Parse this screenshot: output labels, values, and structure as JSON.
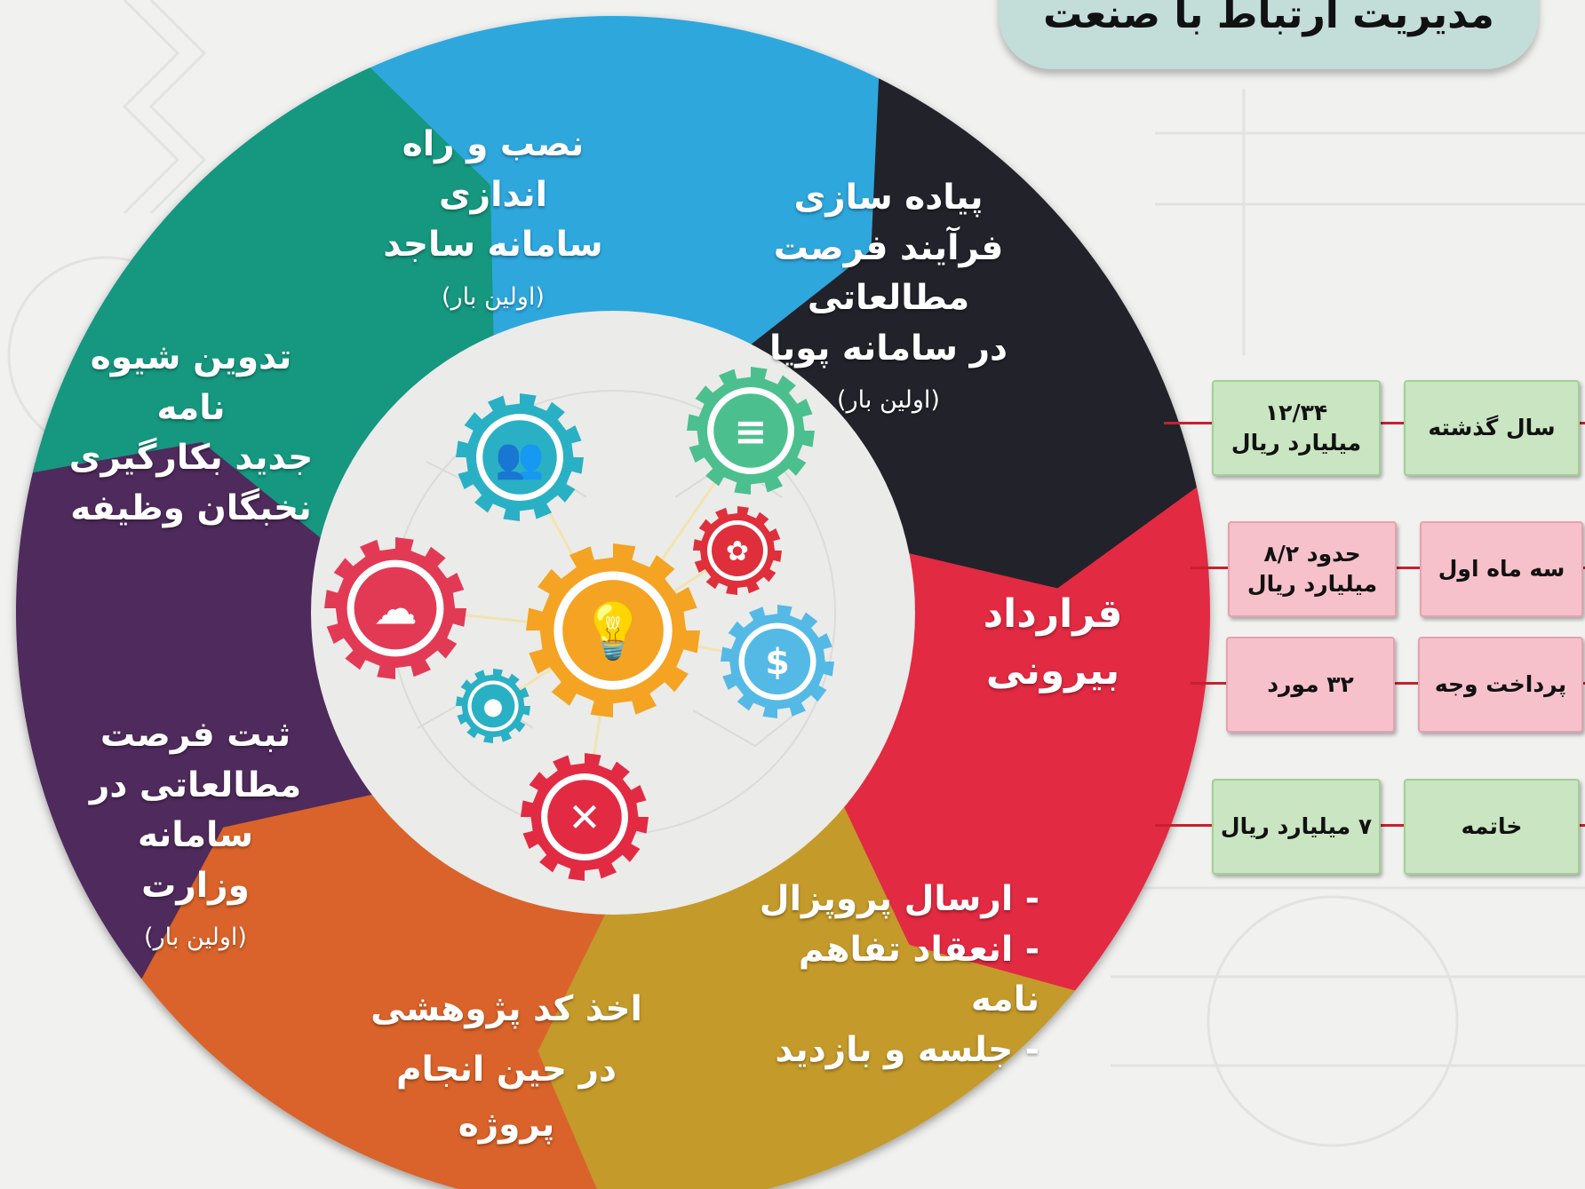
{
  "title": "مدیریت ارتباط با صنعت",
  "colors": {
    "blue": "#2ea7dd",
    "black": "#23232c",
    "red": "#e22b43",
    "gold": "#c49a2c",
    "orange": "#d9642a",
    "purple": "#4f2a5c",
    "teal": "#12977f"
  },
  "segments": {
    "blue": {
      "lines": [
        "نصب و راه اندازی",
        "سامانه ساجد"
      ],
      "note": "(اولین بار)"
    },
    "black": {
      "lines": [
        "پیاده سازی",
        "فرآیند فرصت مطالعاتی",
        "در سامانه پویا"
      ],
      "note": "(اولین بار)"
    },
    "red": {
      "lines": [
        "قرارداد بیرونی"
      ]
    },
    "gold": {
      "lines": [
        "- ارسال پروپزال",
        "- انعقاد تفاهم نامه",
        "- جلسه و بازدید"
      ]
    },
    "orange": {
      "lines": [
        "اخذ کد پژوهشی",
        "در حین انجام پروژه"
      ]
    },
    "purple": {
      "lines": [
        "ثبت فرصت",
        "مطالعاتی در سامانه",
        "وزارت"
      ],
      "note": "(اولین بار)"
    },
    "teal": {
      "lines": [
        "تدوین شیوه نامه",
        "جدید بکارگیری",
        "نخبگان وظیفه"
      ]
    }
  },
  "gears": [
    {
      "icon": "people-icon",
      "color": "#2ab0c4"
    },
    {
      "icon": "chat-icon",
      "color": "#4cbf8f"
    },
    {
      "icon": "cloud-upload-icon",
      "color": "#e23a55"
    },
    {
      "icon": "lightbulb-icon",
      "color": "#f4a322"
    },
    {
      "icon": "brain-icon",
      "color": "#df2f3b"
    },
    {
      "icon": "dollar-icon",
      "color": "#55b9e5"
    },
    {
      "icon": "person-icon",
      "color": "#2ab0c4"
    },
    {
      "icon": "tools-icon",
      "color": "#e22b43"
    }
  ],
  "rows": [
    {
      "label": "سال گذشته",
      "value": [
        "۱۲/۳۴",
        "میلیارد ریال"
      ],
      "color": "green"
    },
    {
      "label": "سه ماه اول",
      "value": [
        "حدود ۸/۲",
        "میلیارد ریال"
      ],
      "color": "pink"
    },
    {
      "label": "پرداخت وجه",
      "value": [
        "۳۲ مورد"
      ],
      "color": "pink"
    },
    {
      "label": "خاتمه",
      "value": [
        "۷ میلیارد ریال"
      ],
      "color": "green"
    }
  ]
}
